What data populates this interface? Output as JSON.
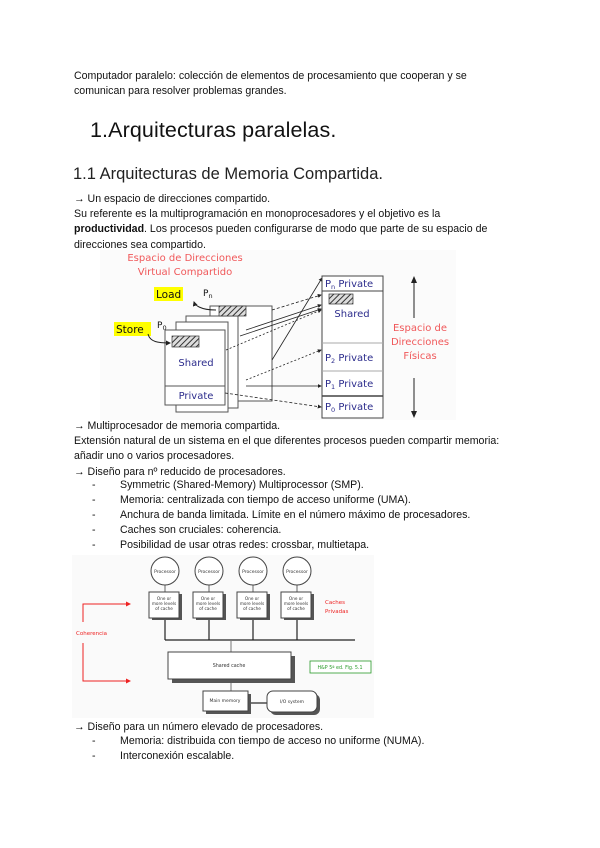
{
  "intro": {
    "line1": "Computador paralelo: colección de elementos de procesamiento que cooperan y se",
    "line2": "comunican para resolver problemas grandes."
  },
  "heading1": "1.Arquitecturas paralelas.",
  "heading2": "1.1 Arquitecturas de Memoria Compartida.",
  "section1": {
    "arrow_line": "→ Un espacio de direcciones compartido.",
    "line1": "Su referente es la multiprogramación en monoprocesadores y el objetivo es la",
    "line2_bold": "productividad",
    "line2_rest": ". Los procesos pueden configurarse de modo que parte de su espacio de",
    "line3": "direcciones sea compartido."
  },
  "diagram1": {
    "title_line1": "Espacio de Direcciones",
    "title_line2": "Virtual Compartido",
    "load_label": "Load",
    "store_label": "Store",
    "pn_label": "P",
    "pn_sub": "n",
    "p0_label": "P",
    "p0_sub": "0",
    "shared_label": "Shared",
    "private_label": "Private",
    "physical_blocks": [
      {
        "prefix": "P",
        "sub": "n",
        "label": "Private"
      },
      {
        "prefix": "",
        "sub": "",
        "label": "Shared"
      },
      {
        "prefix": "P",
        "sub": "2",
        "label": "Private"
      },
      {
        "prefix": "P",
        "sub": "1",
        "label": "Private"
      },
      {
        "prefix": "P",
        "sub": "0",
        "label": "Private"
      }
    ],
    "physical_title_line1": "Espacio de",
    "physical_title_line2": "Direcciones",
    "physical_title_line3": "Físicas",
    "colors": {
      "red": "#f0585a",
      "blue": "#2c2c8c",
      "highlight": "#ffff00"
    }
  },
  "section2": {
    "arrow_line1": "→ Multiprocesador de memoria compartida.",
    "line1": "Extensión natural de un sistema en el que diferentes procesos pueden compartir memoria:",
    "line2": "añadir uno o varios procesadores.",
    "arrow_line2": "→ Diseño para nº reducido de procesadores.",
    "bullets": [
      "Symmetric (Shared-Memory) Multiprocessor (SMP).",
      "Memoria: centralizada con tiempo de acceso uniforme (UMA).",
      "Anchura de banda limitada. Límite en el número máximo de procesadores.",
      "Caches son cruciales: coherencia.",
      "Posibilidad de usar otras redes: crossbar, multietapa."
    ],
    "bullet_marker": "-"
  },
  "diagram2": {
    "processors": [
      "Processor",
      "Processor",
      "Processor",
      "Processor"
    ],
    "cache_line1": "One or",
    "cache_line2": "more levels",
    "cache_line3": "of cache",
    "caches_label_line1": "Caches",
    "caches_label_line2": "Privadas",
    "coherence_label": "Coherencia",
    "shared_cache": "Shared cache",
    "main_memory": "Main memory",
    "io_system": "I/O system",
    "reference": "H&P 5ª ed. Fig. 5.1",
    "colors": {
      "red": "#ee2222",
      "green": "#2a9a2a"
    }
  },
  "section3": {
    "arrow_line": "→ Diseño para un número elevado de procesadores.",
    "bullets": [
      "Memoria: distribuida con tiempo de acceso no uniforme (NUMA).",
      "Interconexión escalable."
    ],
    "bullet_marker": "-"
  }
}
